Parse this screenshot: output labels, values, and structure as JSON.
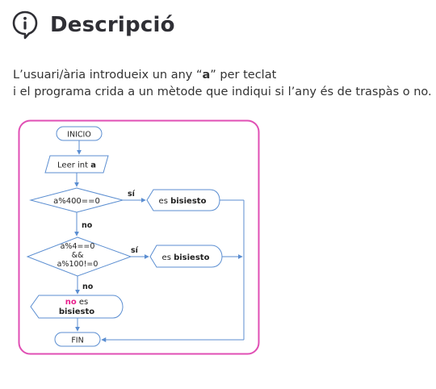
{
  "header": {
    "icon": "info-icon",
    "title": "Descripció"
  },
  "description": {
    "line1_pre": "L’usuari/ària introdueix un any “",
    "line1_bold": "a",
    "line1_post": "” per teclat",
    "line2": "i el programa crida a un mètode que indiqui si l’any és de traspàs o no."
  },
  "flowchart": {
    "border_color": "#e04fb4",
    "node_color": "#5b8ed1",
    "start": "INICIO",
    "input_pre": "Leer int ",
    "input_var": "a",
    "decision1": "a%400==0",
    "yes1": "sí",
    "output1_pre": "es ",
    "output1_bold": "bisiesto",
    "no1": "no",
    "decision2_line1": "a%4==0",
    "decision2_line2": "&&",
    "decision2_line3": "a%100!=0",
    "yes2": "sí",
    "output2_pre": "es ",
    "output2_bold": "bisiesto",
    "no2": "no",
    "output3_no": "no",
    "output3_es": " es",
    "output3_bold": "bisiesto",
    "end": "FIN",
    "highlight_color": "#e91e8c"
  }
}
